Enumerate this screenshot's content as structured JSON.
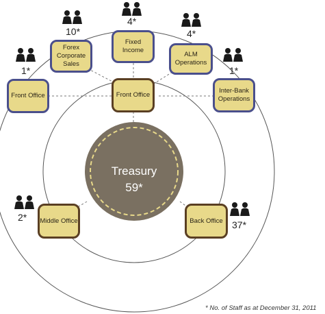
{
  "center": {
    "title": "Treasury",
    "count": "59*"
  },
  "units": [
    {
      "id": "forex",
      "label": "Forex Corporate Sales",
      "count": "10*"
    },
    {
      "id": "fixed",
      "label": "Fixed Income",
      "count": "4*"
    },
    {
      "id": "alm",
      "label": "ALM Operations",
      "count": "4*"
    },
    {
      "id": "front-left",
      "label": "Front Office",
      "count": "1*"
    },
    {
      "id": "front-center",
      "label": "Front Office",
      "count": ""
    },
    {
      "id": "interbank",
      "label": "Inter-Bank Operations",
      "count": "1*"
    },
    {
      "id": "middle",
      "label": "Middle Office",
      "count": "2*"
    },
    {
      "id": "back",
      "label": "Back Office",
      "count": "37*"
    }
  ],
  "colors": {
    "box_fill": "#e8d98a",
    "blue_border": "#4a4f8c",
    "brown_border": "#5a3f23",
    "center_fill": "#7a7061",
    "center_ring": "#e8d98a"
  },
  "icons": [
    "people-icon"
  ],
  "footnote": "* No. of Staff as at December 31, 2011"
}
